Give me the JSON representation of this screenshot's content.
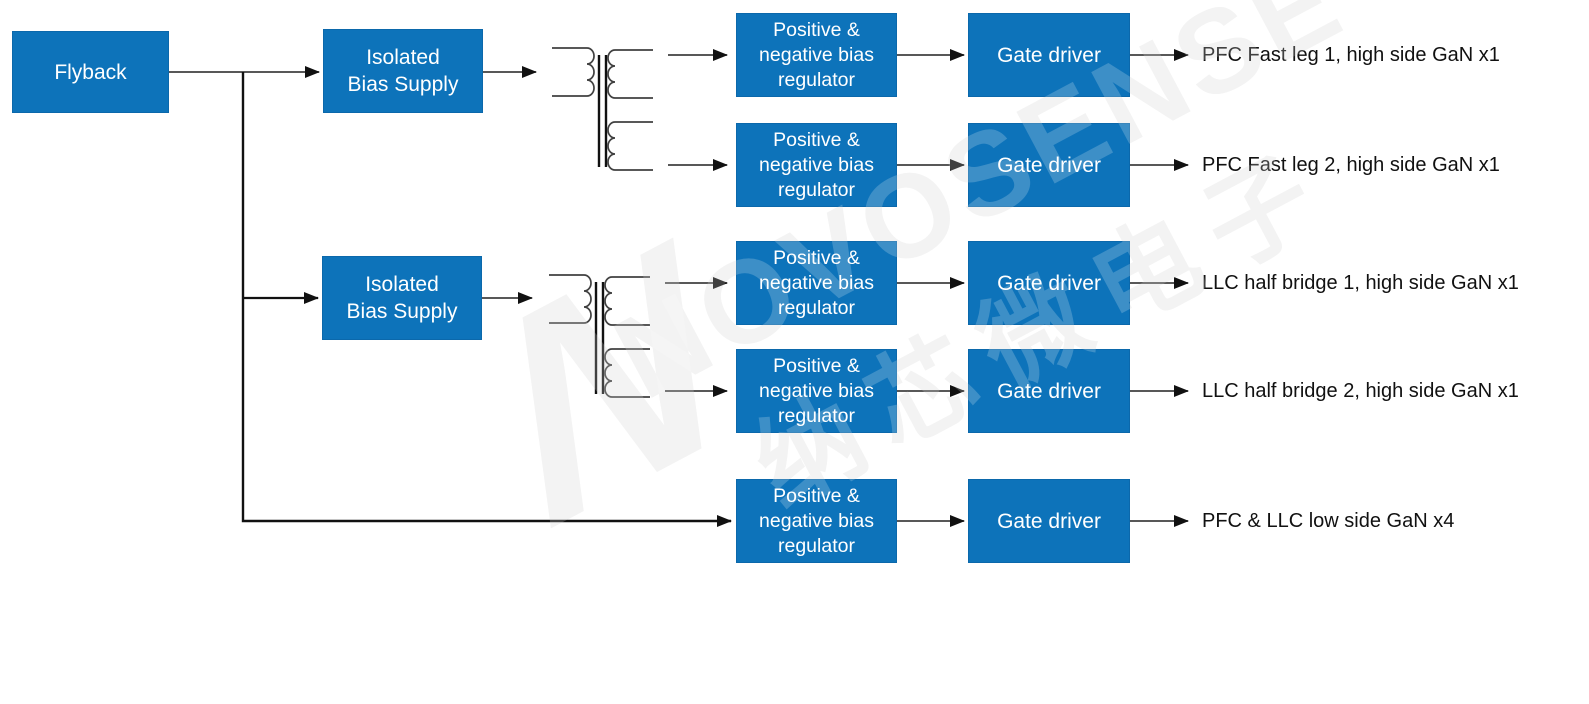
{
  "blocks": {
    "flyback": "Flyback",
    "isolated_bias_supply": "Isolated\nBias Supply",
    "bias_regulator": "Positive &\nnegative bias\nregulator",
    "gate_driver": "Gate driver"
  },
  "outputs": [
    "PFC Fast leg 1, high side GaN x1",
    "PFC Fast leg 2, high side GaN x1",
    "LLC half bridge 1, high side GaN x1",
    "LLC half bridge 2, high side GaN x1",
    "PFC & LLC low side GaN x4"
  ],
  "watermark": {
    "brand": "NOVOSENSE",
    "brand_cn": "纳芯微电子",
    "mark": "N"
  },
  "colors": {
    "block_fill": "#0d73ba",
    "block_border": "#0b68ab",
    "block_text": "#ffffff",
    "connector": "#303030",
    "label_text": "#111111",
    "watermark_on_white": "#f0f0f0"
  }
}
